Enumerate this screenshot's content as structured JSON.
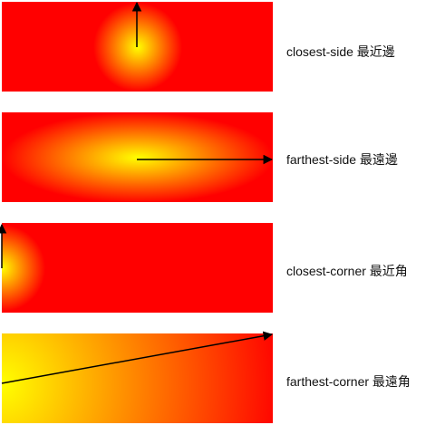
{
  "examples": [
    {
      "label": "closest-side 最近邊"
    },
    {
      "label": "farthest-side 最遠邊"
    },
    {
      "label": "closest-corner 最近角"
    },
    {
      "label": "farthest-corner 最遠角"
    }
  ],
  "colors": {
    "gradient_center": "#ffff00",
    "gradient_edge": "#ff0000",
    "arrow": "#000000"
  }
}
